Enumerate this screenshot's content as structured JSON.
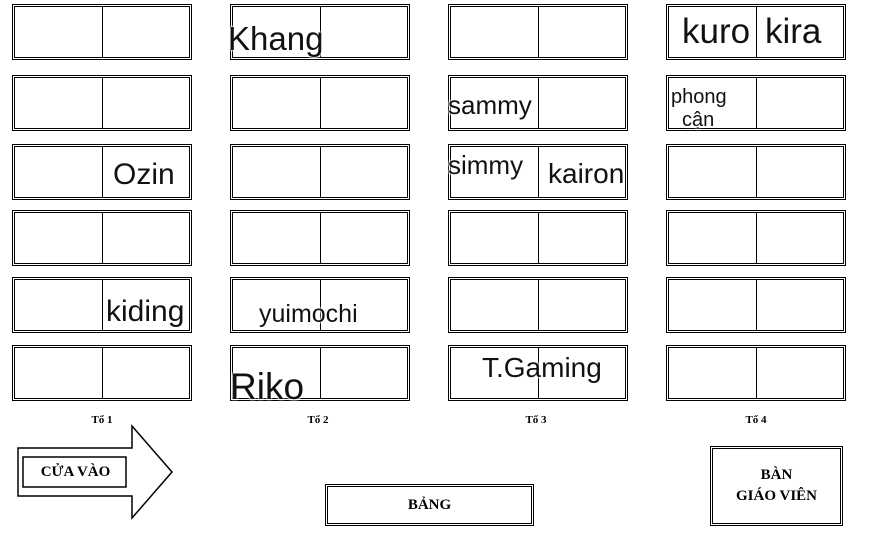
{
  "groups": [
    {
      "label": "Tổ 1"
    },
    {
      "label": "Tổ 2"
    },
    {
      "label": "Tổ 3"
    },
    {
      "label": "Tổ 4"
    }
  ],
  "names": {
    "ozin": "Ozin",
    "kiding": "kiding",
    "khang": "Khang",
    "yuimochi": "yuimochi",
    "riko": "Riko",
    "sammy": "sammy",
    "simmy": "simmy",
    "kairon": "kairon",
    "tgaming": "T.Gaming",
    "kuro": "kuro",
    "kira": "kira",
    "phong_line1": "phong",
    "phong_line2": "cận"
  },
  "entrance": {
    "label": "CỬA VÀO"
  },
  "board": {
    "label": "BẢNG"
  },
  "teacher_desk": {
    "line1": "BÀN",
    "line2": "GIÁO VIÊN"
  }
}
